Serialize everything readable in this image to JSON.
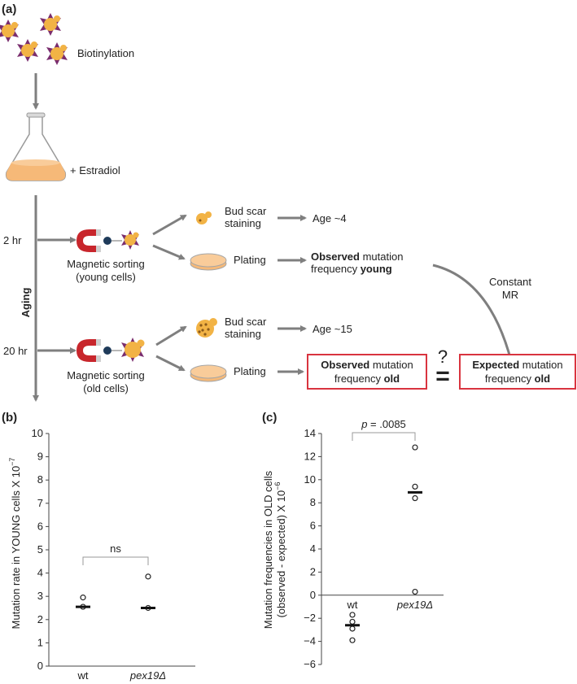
{
  "panel_a": {
    "label": "(a)",
    "biotinylation": "Biotinylation",
    "estradiol": "+ Estradiol",
    "aging": "Aging",
    "time_2hr": "2 hr",
    "time_20hr": "20 hr",
    "sort_young_1": "Magnetic sorting",
    "sort_young_2": "(young cells)",
    "sort_old_1": "Magnetic sorting",
    "sort_old_2": "(old cells)",
    "bud_scar_1": "Bud scar",
    "bud_scar_2": "staining",
    "age_young": "Age ~4",
    "age_old": "Age ~15",
    "plating": "Plating",
    "obs_young_bold": "Observed",
    "obs_young_rest1": " mutation",
    "obs_young_line2_pre": "frequency ",
    "obs_young_line2_bold": "young",
    "constant_1": "Constant",
    "constant_2": "MR",
    "obs_old_bold": "Observed",
    "obs_old_rest1": " mutation",
    "obs_old_line2_pre": "frequency ",
    "obs_old_line2_bold": "old",
    "question": "?",
    "equals": "=",
    "exp_old_bold": "Expected",
    "exp_old_rest1": " mutation",
    "exp_old_line2_pre": "frequency ",
    "exp_old_line2_bold": "old",
    "colors": {
      "arrow": "#7f7f7f",
      "box": "#d9343f",
      "cell": "#f2b345",
      "plate": "#f6b978",
      "magnet": "#c8262c",
      "bead": "#1f3b5a",
      "biotin": "#7a2d6e"
    }
  },
  "chart_data": [
    {
      "panel": "(b)",
      "type": "scatter",
      "ylabel": "Mutation rate in YOUNG cells X 10",
      "ylabel_exp": "−7",
      "categories": [
        "wt",
        "pex19Δ"
      ],
      "ylim": [
        0,
        10
      ],
      "yticks": [
        "0",
        "1",
        "2",
        "3",
        "4",
        "5",
        "6",
        "7",
        "8",
        "9",
        "10"
      ],
      "series": [
        {
          "category": "wt",
          "points": [
            2.55,
            2.95
          ],
          "mean": 2.55
        },
        {
          "category": "pex19Δ",
          "points": [
            2.5,
            3.85
          ],
          "mean": 2.5
        }
      ],
      "annotation": "ns"
    },
    {
      "panel": "(c)",
      "type": "scatter",
      "ylabel_line1": "Mutation frequencies in OLD cells",
      "ylabel_line2": "(observed - expected) X 10",
      "ylabel_exp": "−6",
      "categories": [
        "wt",
        "pex19Δ"
      ],
      "ylim": [
        -6,
        14
      ],
      "yticks": [
        "−6",
        "−4",
        "−2",
        "0",
        "2",
        "4",
        "6",
        "8",
        "10",
        "12",
        "14"
      ],
      "series": [
        {
          "category": "wt",
          "points": [
            -1.7,
            -2.3,
            -2.9,
            -3.9
          ],
          "mean": -2.6
        },
        {
          "category": "pex19Δ",
          "points": [
            12.8,
            9.4,
            8.4,
            0.3
          ],
          "mean": 8.9
        }
      ],
      "annotation_p": "p",
      "annotation_rest": " = .0085"
    }
  ]
}
